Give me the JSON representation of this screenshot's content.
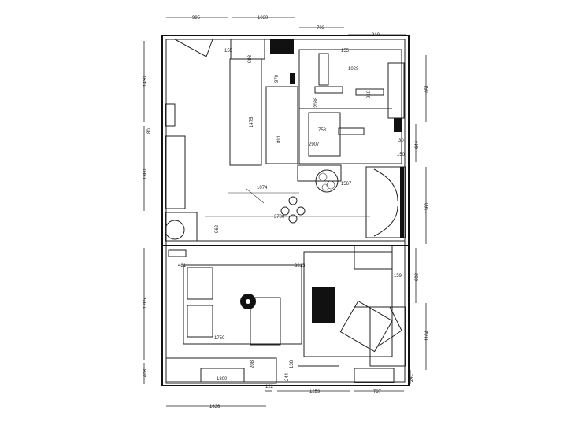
{
  "plan": {
    "top_dims": [
      "995",
      "1030",
      "703",
      "910"
    ],
    "left_dims": [
      "1430",
      "80",
      "1360",
      "1765",
      "403"
    ],
    "right_dims": [
      "1051",
      "644",
      "1360",
      "602",
      "1104",
      "241"
    ],
    "bottom_dims": [
      "1800",
      "122",
      "1259",
      "797",
      "1636"
    ],
    "interior_dims": [
      "155",
      "155",
      "993",
      "970",
      "1475",
      "2088",
      "891",
      "758",
      "2907",
      "1074",
      "1567",
      "3700",
      "962",
      "1029",
      "30",
      "150",
      "481",
      "3215",
      "1750",
      "208",
      "138",
      "244",
      "159",
      "910"
    ]
  }
}
